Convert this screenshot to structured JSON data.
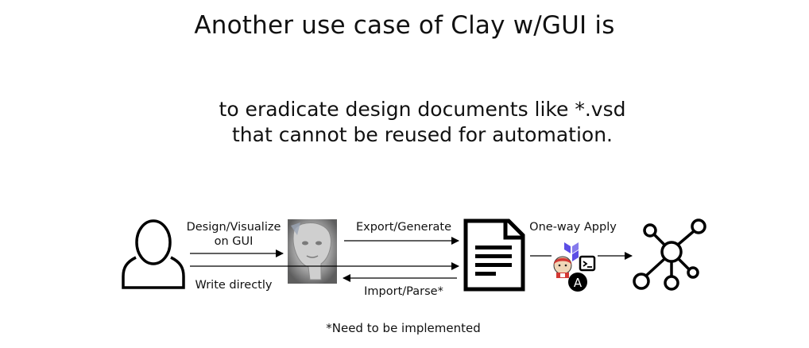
{
  "title": "Another use case of Clay w/GUI is",
  "subtitle": {
    "line1": "to eradicate design documents like *.vsd",
    "line2": "that cannot be reused for automation."
  },
  "flow": {
    "design_label_line1": "Design/Visualize",
    "design_label_line2": "on GUI",
    "write_label": "Write directly",
    "export_label": "Export/Generate",
    "import_label": "Import/Parse*",
    "apply_label": "One-way Apply"
  },
  "icons": {
    "user": "user-icon",
    "clay": "clay-gui-image",
    "document": "document-icon",
    "tools": [
      "terraform-icon",
      "jenkins-icon",
      "terminal-icon",
      "ansible-icon"
    ],
    "network": "network-hub-icon"
  },
  "tool_letters": {
    "ansible": "A",
    "terminal": ">_"
  },
  "footnote": "*Need to be implemented",
  "colors": {
    "stroke": "#000000",
    "terraform": "#5c4ee5",
    "jenkins_red": "#d33833",
    "jenkins_skin": "#f0d6b7"
  }
}
